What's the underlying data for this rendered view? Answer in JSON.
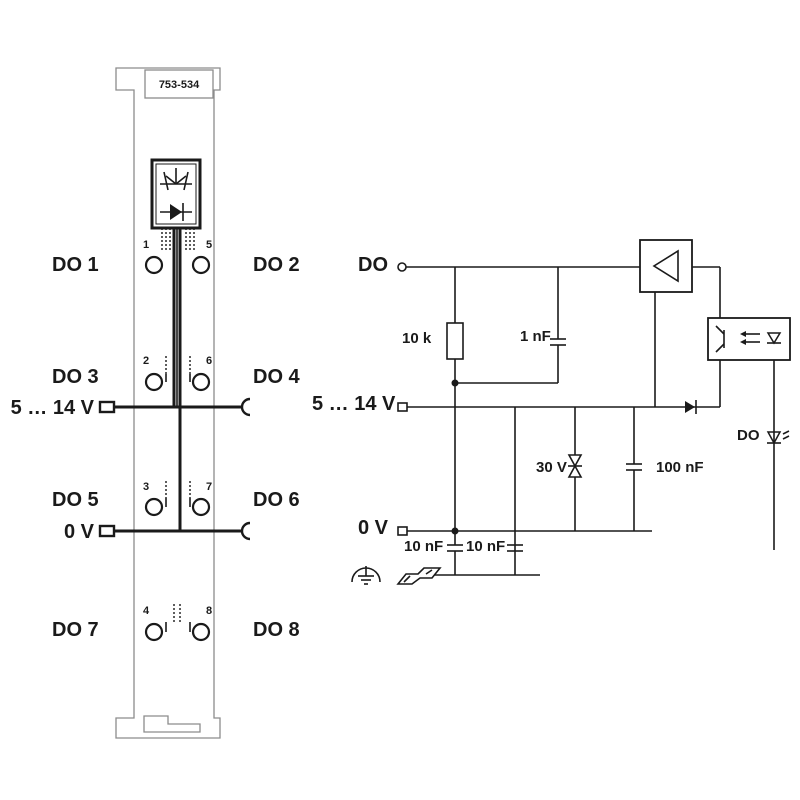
{
  "module": {
    "part_number": "753-534"
  },
  "terminals": {
    "t1": "1",
    "t2": "2",
    "t3": "3",
    "t4": "4",
    "t5": "5",
    "t6": "6",
    "t7": "7",
    "t8": "8"
  },
  "channels": {
    "do1": "DO 1",
    "do2": "DO 2",
    "do3": "DO 3",
    "do4": "DO 4",
    "do5": "DO 5",
    "do6": "DO 6",
    "do7": "DO 7",
    "do8": "DO 8"
  },
  "supply": {
    "plus": "5 … 14 V",
    "zero": "0 V"
  },
  "schematic": {
    "do": "DO",
    "plus": "5 … 14 V",
    "zero": "0 V",
    "resistor": "10 k",
    "cap_1nf": "1 nF",
    "tvs": "30 V",
    "cap_100nf": "100 nF",
    "cap_10nf_a": "10 nF",
    "cap_10nf_b": "10 nF",
    "led_do": "DO"
  },
  "colors": {
    "line": "#1a1a1a",
    "module_outline": "#8c8c8c",
    "background": "#ffffff"
  }
}
